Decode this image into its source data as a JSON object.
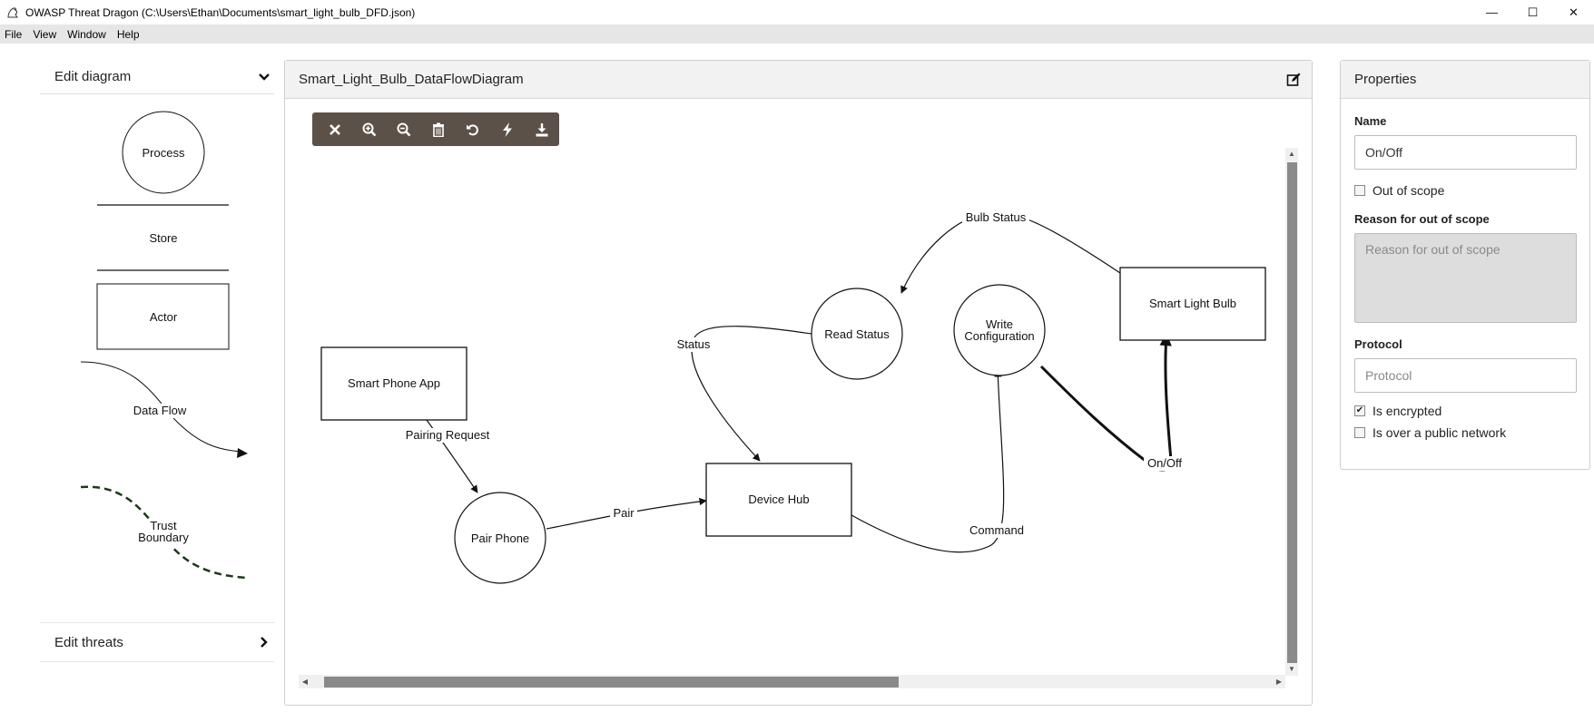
{
  "window": {
    "title": "OWASP Threat Dragon (C:\\Users\\Ethan\\Documents\\smart_light_bulb_DFD.json)",
    "minimize": "—",
    "maximize": "☐",
    "close": "✕"
  },
  "menu": [
    "File",
    "View",
    "Window",
    "Help"
  ],
  "left": {
    "edit_diagram": "Edit diagram",
    "stencils": {
      "process": "Process",
      "store": "Store",
      "actor": "Actor",
      "flow": "Data Flow",
      "boundary_line1": "Trust",
      "boundary_line2": "Boundary"
    },
    "edit_threats": "Edit threats"
  },
  "diagram": {
    "title": "Smart_Light_Bulb_DataFlowDiagram",
    "toolbar": [
      "close-icon",
      "zoom-in-icon",
      "zoom-out-icon",
      "trash-icon",
      "undo-icon",
      "lightning-icon",
      "download-icon"
    ],
    "nodes": {
      "smart_phone_app": "Smart Phone App",
      "pair_phone": "Pair Phone",
      "device_hub": "Device Hub",
      "read_status": "Read Status",
      "write_config_line1": "Write",
      "write_config_line2": "Configuration",
      "smart_light_bulb": "Smart Light Bulb"
    },
    "flows": {
      "pairing_request": "Pairing Request",
      "pair": "Pair",
      "status": "Status",
      "bulb_status": "Bulb Status",
      "command": "Command",
      "on_off": "On/Off"
    }
  },
  "properties": {
    "title": "Properties",
    "name_label": "Name",
    "name_value": "On/Off",
    "out_of_scope_label": "Out of scope",
    "out_of_scope_checked": false,
    "reason_label": "Reason for out of scope",
    "reason_placeholder": "Reason for out of scope",
    "protocol_label": "Protocol",
    "protocol_placeholder": "Protocol",
    "encrypted_label": "Is encrypted",
    "encrypted_checked": true,
    "public_network_label": "Is over a public network",
    "public_network_checked": false
  },
  "colors": {
    "toolbar_bg": "#5b5149",
    "boundary": "#1a3a1a",
    "menubar": "#e6e6e6"
  }
}
